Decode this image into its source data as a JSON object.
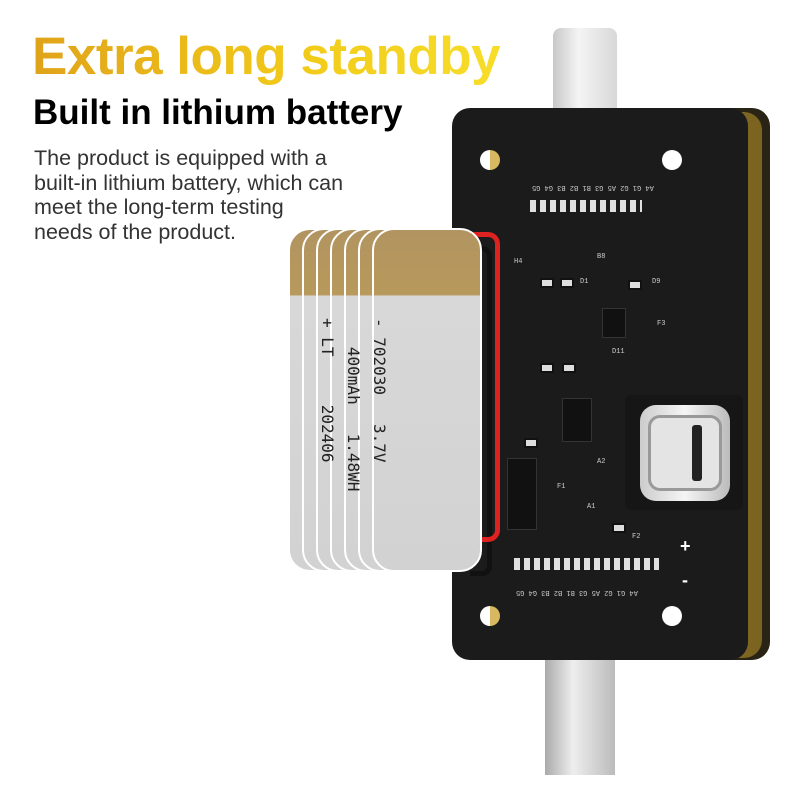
{
  "headline": "Extra long standby",
  "subheadline": "Built in lithium battery",
  "description": [
    "The product is equipped with a",
    "built-in lithium battery, which can",
    "meet the long-term testing",
    "needs of the product."
  ],
  "battery_label": [
    "- 702030   3.7V",
    "   400mAh   1.48WH",
    "+ LT     202406"
  ],
  "board_labels": {
    "top_pins": "A4 G1 G2 A5 G3 B1 B2 B3 G4 G5",
    "bottom_pins": "A4 G1 G2 A5 G3 B1 B2 B3 G4 G5",
    "plus": "+",
    "minus": "-",
    "a1": "A1",
    "a2": "A2",
    "f1": "F1",
    "f2": "F2",
    "f3": "F3",
    "d1": "D1",
    "d9": "D9",
    "d11": "D11",
    "b8": "B8",
    "h4": "H4"
  },
  "colors": {
    "headline_gradient_start": "#e0a31a",
    "headline_gradient_end": "#f7dd2a",
    "board": "#1b1b1b",
    "battery_cap": "#b8995c",
    "battery_body": "#d2d2d2",
    "wire_red": "#dd2222"
  }
}
